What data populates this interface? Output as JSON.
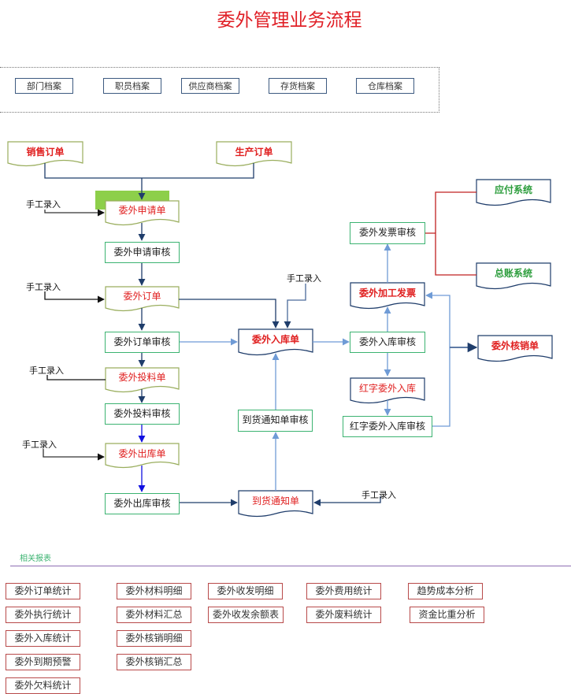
{
  "title": "委外管理业务流程",
  "archives": [
    {
      "label": "部门档案"
    },
    {
      "label": "职员档案"
    },
    {
      "label": "供应商档案"
    },
    {
      "label": "存货档案"
    },
    {
      "label": "仓库档案"
    }
  ],
  "sources": {
    "sales_order": "销售订单",
    "production_order": "生产订单"
  },
  "manual_entry": "手工录入",
  "flow": {
    "outsource_request": "委外申请单",
    "outsource_request_audit": "委外申请审核",
    "outsource_order": "委外订单",
    "outsource_order_audit": "委外订单审核",
    "material_issue": "委外投料单",
    "material_issue_audit": "委外投料审核",
    "outbound": "委外出库单",
    "outbound_audit": "委外出库审核",
    "arrival_notice": "到货通知单",
    "arrival_notice_audit": "到货通知单审核",
    "inbound": "委外入库单",
    "inbound_audit": "委外入库审核",
    "red_inbound": "红字委外入库",
    "red_inbound_audit": "红字委外入库审核",
    "processing_invoice": "委外加工发票",
    "invoice_audit": "委外发票审核",
    "payable_system": "应付系统",
    "ledger_system": "总账系统",
    "writeoff": "委外核销单"
  },
  "reports": {
    "section_label": "相关报表",
    "columns": [
      [
        "委外订单统计",
        "委外执行统计",
        "委外入库统计",
        "委外到期预警",
        "委外欠料统计"
      ],
      [
        "委外材料明细",
        "委外材料汇总",
        "委外核销明细",
        "委外核销汇总"
      ],
      [
        "委外收发明细",
        "委外收发余额表"
      ],
      [
        "委外费用统计",
        "委外废料统计"
      ],
      [
        "趋势成本分析",
        "资金比重分析"
      ]
    ]
  }
}
